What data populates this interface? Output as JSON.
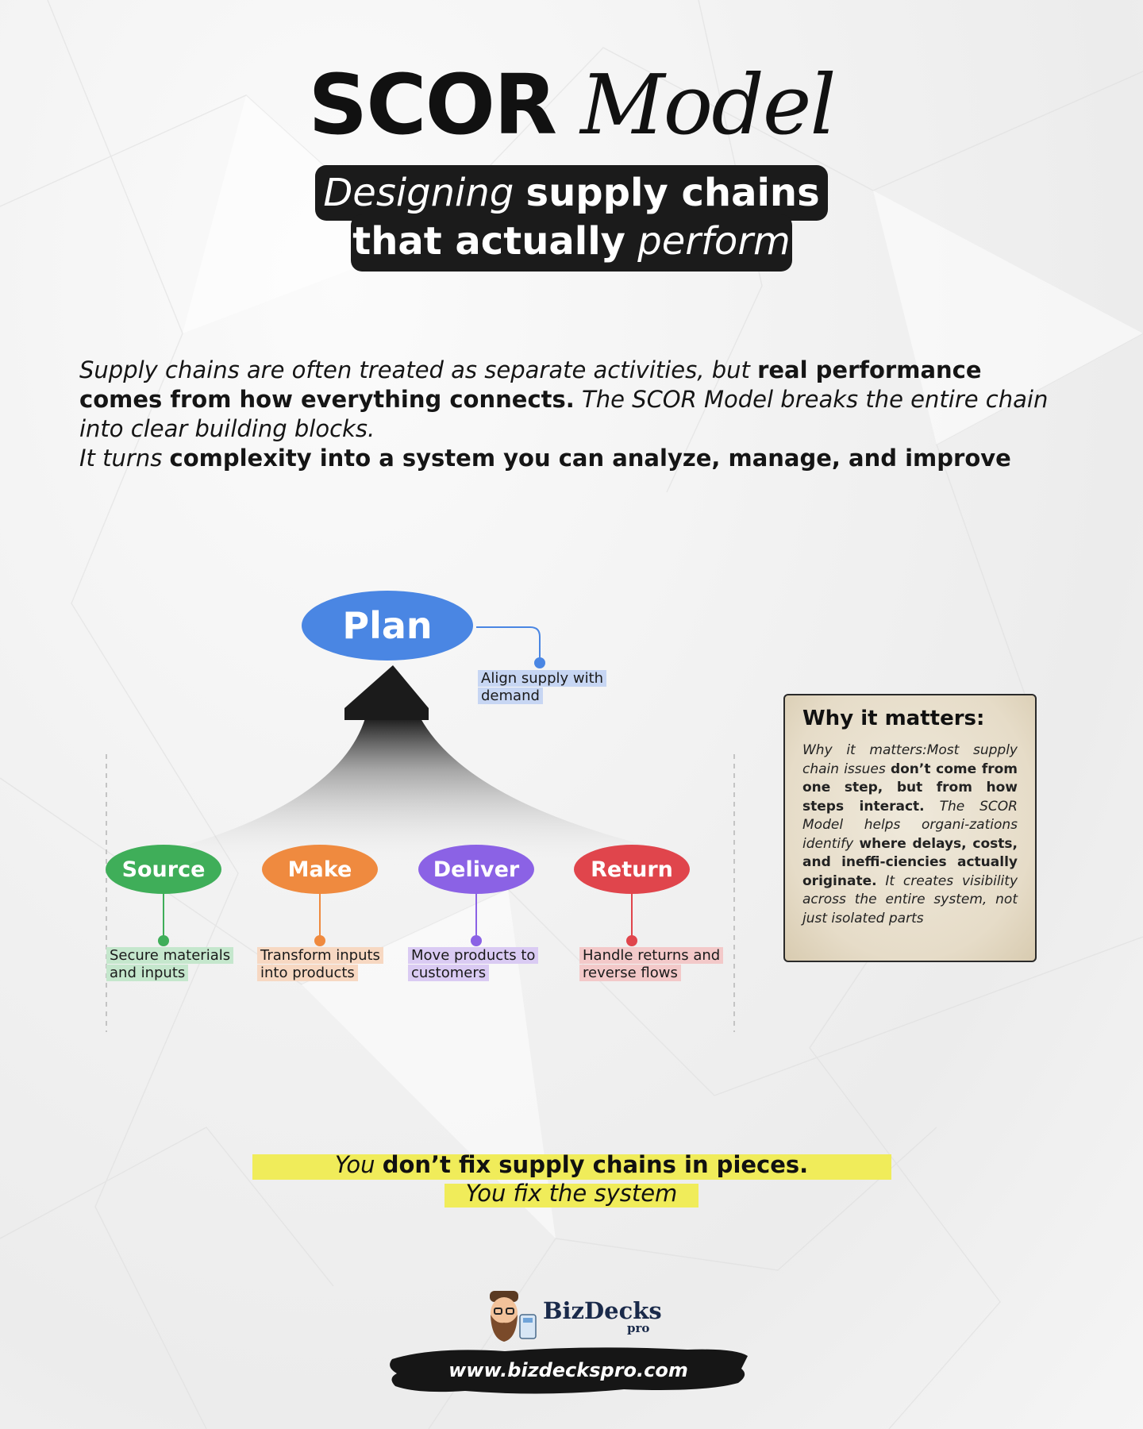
{
  "title": {
    "word1": "SCOR",
    "word2": "Model"
  },
  "subtitle": {
    "line1_a": "Designing",
    "line1_b": "supply chains",
    "line2_a": "that actually",
    "line2_b": "perform"
  },
  "intro": {
    "p1_a": "Supply chains are often treated as separate activities, but",
    "p1_b": "real performance",
    "p1_c": "comes from how everything connects.",
    "p1_d": "The SCOR Model breaks the entire chain",
    "p1_e": "into clear building blocks.",
    "p2_a": "It turns",
    "p2_b": "complexity into a system you can analyze, manage, and improve"
  },
  "diagram": {
    "plan": {
      "label": "Plan",
      "desc_line1": "Align supply with",
      "desc_line2": "demand",
      "color": "#4a86e3"
    },
    "steps": [
      {
        "label": "Source",
        "desc_line1": "Secure materials",
        "desc_line2": "and inputs",
        "color": "#3fae59"
      },
      {
        "label": "Make",
        "desc_line1": "Transform inputs",
        "desc_line2": "into products",
        "color": "#ef8a3f"
      },
      {
        "label": "Deliver",
        "desc_line1": "Move products to",
        "desc_line2": "customers",
        "color": "#8b62e5"
      },
      {
        "label": "Return",
        "desc_line1": "Handle returns and",
        "desc_line2": "reverse flows",
        "color": "#e0454c"
      }
    ]
  },
  "why": {
    "heading": "Why it matters:",
    "t1": "Why it matters:Most supply chain issues",
    "t2": "don’t come from one step, but from how steps interact.",
    "t3": "The SCOR Model helps organi-zations identify",
    "t4": "where delays, costs, and ineffi-ciencies actually originate.",
    "t5": "It creates visibility across the entire system, not just isolated parts"
  },
  "closing": {
    "line1_a": "You",
    "line1_b": "don’t fix supply chains in pieces.",
    "line2": "You fix the system"
  },
  "footer": {
    "logo_name": "BizDecks",
    "logo_sub": "pro",
    "url": "www.bizdeckspro.com"
  }
}
